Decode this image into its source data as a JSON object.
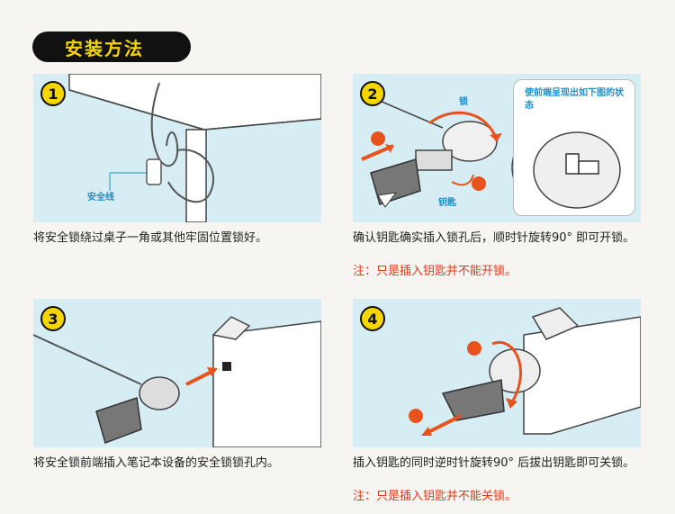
{
  "header": {
    "title": "安装方法"
  },
  "steps": [
    {
      "number": "1",
      "caption": "将安全锁绕过桌子一角或其他牢固位置锁好。",
      "label": "安全线"
    },
    {
      "number": "2",
      "caption": "确认钥匙确实插入锁孔后，顺时针旋转90°  即可开锁。",
      "note": "注：只是插入钥匙并不能开锁。",
      "label_lock": "锁",
      "label_key": "钥匙",
      "callout": "使前端呈现出如下图的状态"
    },
    {
      "number": "3",
      "caption": "将安全锁前端插入笔记本设备的安全锁锁孔内。"
    },
    {
      "number": "4",
      "caption": "插入钥匙的同时逆时针旋转90°  后拔出钥匙即可关锁。",
      "note": "注：只是插入钥匙并不能关锁。"
    }
  ]
}
